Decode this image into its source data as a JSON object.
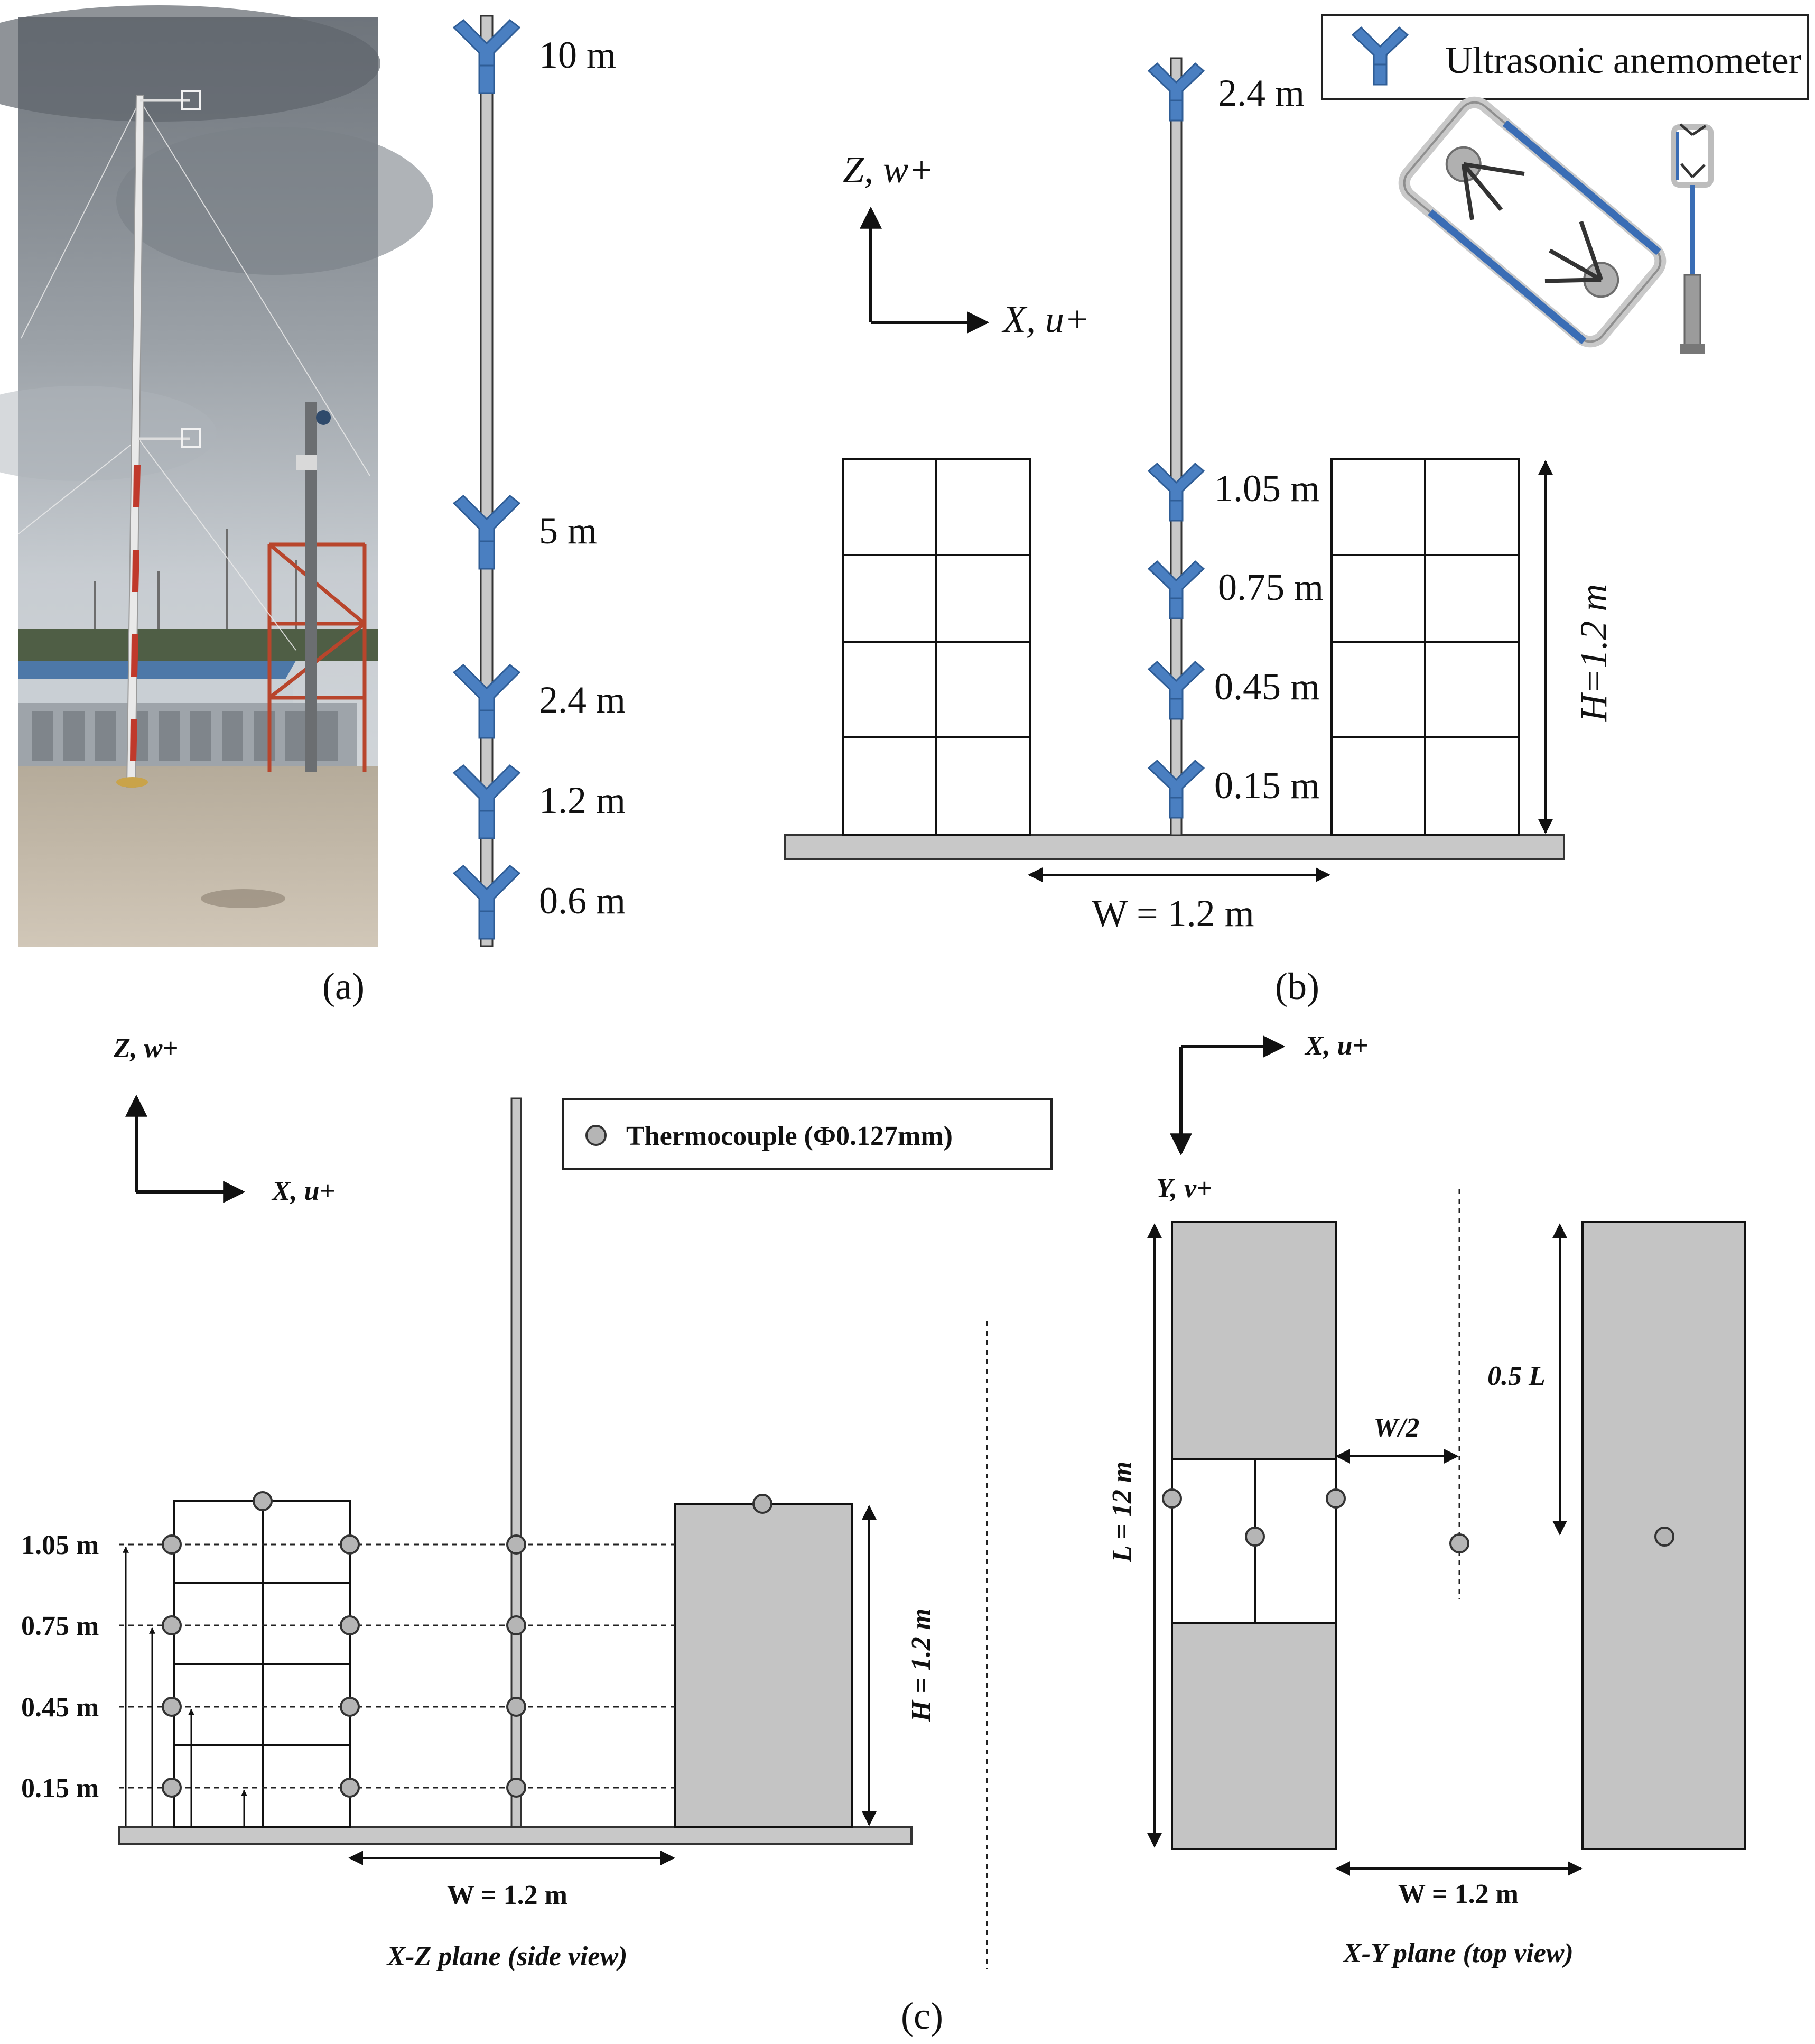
{
  "panel_a": {
    "label": "(a)",
    "heights": [
      "10 m",
      "5 m",
      "2.4 m",
      "1.2 m",
      "0.6 m"
    ]
  },
  "panel_b": {
    "label": "(b)",
    "legend": "Ultrasonic anemometer",
    "axis_z": "Z, w+",
    "axis_x": "X, u+",
    "heights": [
      "2.4 m",
      "1.05 m",
      "0.75 m",
      "0.45 m",
      "0.15 m"
    ],
    "height_dim": "H=1.2 m",
    "width_dim": "W = 1.2 m"
  },
  "panel_c": {
    "label": "(c)",
    "side": {
      "axis_z": "Z, w+",
      "axis_x": "X, u+",
      "legend": "Thermocouple (Φ0.127mm)",
      "heights": [
        "1.05 m",
        "0.75 m",
        "0.45 m",
        "0.15 m"
      ],
      "height_dim": "H = 1.2 m",
      "width_dim": "W = 1.2 m",
      "caption": "X-Z plane (side view)"
    },
    "top": {
      "axis_x": "X, u+",
      "axis_y": "Y, v+",
      "length_dim": "L = 12 m",
      "half_width": "W/2",
      "half_length": "0.5 L",
      "width_dim": "W = 1.2 m",
      "caption": "X-Y plane (top view)"
    }
  },
  "colors": {
    "anemometer_blue": "#4a7fc1",
    "mast_gray": "#c8c8c8",
    "block_gray": "#c4c4c4",
    "sky": "#8d9298"
  }
}
